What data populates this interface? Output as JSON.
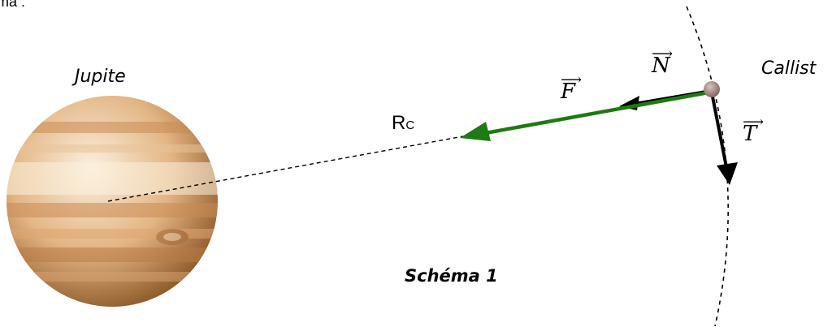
{
  "header_fragment": "ma :",
  "jupiter_label": "Jupite",
  "callisto_label": "Callist",
  "radius_label": {
    "main": "R",
    "sub": "C"
  },
  "vector_F": "F",
  "vector_N": "N",
  "vector_T": "T",
  "vector_arrow": "⟶",
  "caption": "Schéma 1",
  "colors": {
    "force_arrow": "#1e7a12",
    "vectors": "#000000",
    "orbit": "#000000",
    "jupiter_light": "#f8e6c8",
    "jupiter_mid": "#d9a46c",
    "jupiter_dark": "#8a5525",
    "moon": "#9a7f78"
  }
}
